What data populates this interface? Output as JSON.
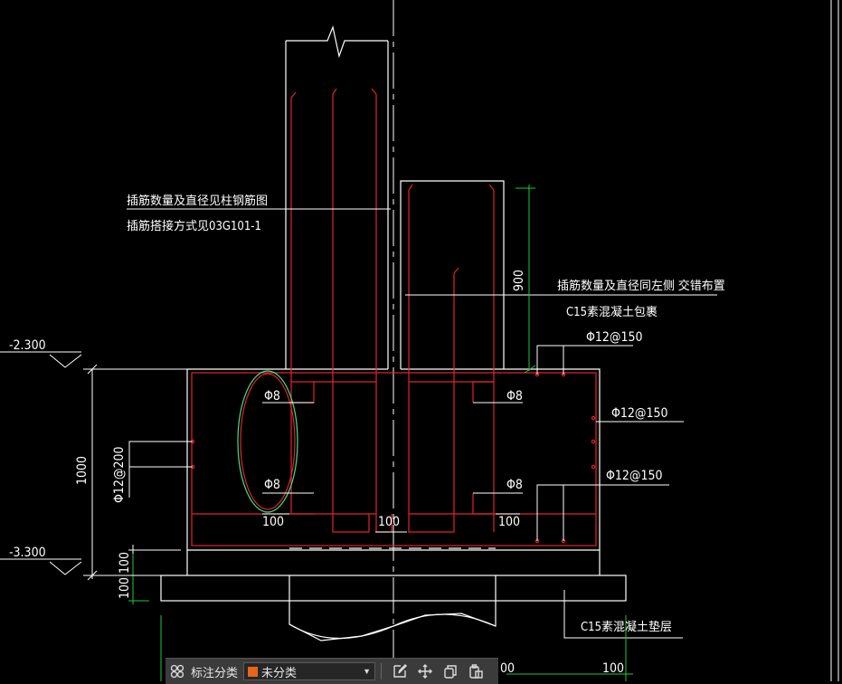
{
  "drawing": {
    "notes": {
      "dowel_note_1": "插筋数量及直径见柱钢筋图",
      "dowel_note_2": "插筋搭接方式见03G101-1",
      "dowel_note_right": "插筋数量及直径同左侧 交错布置",
      "c15_wrap": "C15素混凝土包裹",
      "c15_cushion": "C15素混凝土垫层"
    },
    "rebar": {
      "top": "Φ12@150",
      "right_upper": "Φ12@150",
      "right_lower": "Φ12@150",
      "left": "Φ12@200",
      "phi8_tl": "Φ8",
      "phi8_bl": "Φ8",
      "phi8_tr": "Φ8",
      "phi8_br": "Φ8"
    },
    "dims": {
      "d900": "900",
      "d1000": "1000",
      "d100_left_a": "100",
      "d100_left_b": "100",
      "d100_cover_l": "100",
      "d100_cover_m": "100",
      "d100_cover_r": "100",
      "d100_bottom": "100",
      "d100_bottom_clip": "00"
    },
    "elevations": {
      "top": "-2.300",
      "bottom": "-3.300"
    }
  },
  "toolbar": {
    "category_label": "标注分类",
    "category_value": "未分类",
    "swatch_color": "#e8651c",
    "icons": [
      "grid-icon",
      "edit-icon",
      "move-icon",
      "copy-icon",
      "paste-icon"
    ]
  },
  "colors": {
    "background": "#000000",
    "outline": "#ffffff",
    "rebar": "#e0242e",
    "dimension": "#1ec83c"
  }
}
